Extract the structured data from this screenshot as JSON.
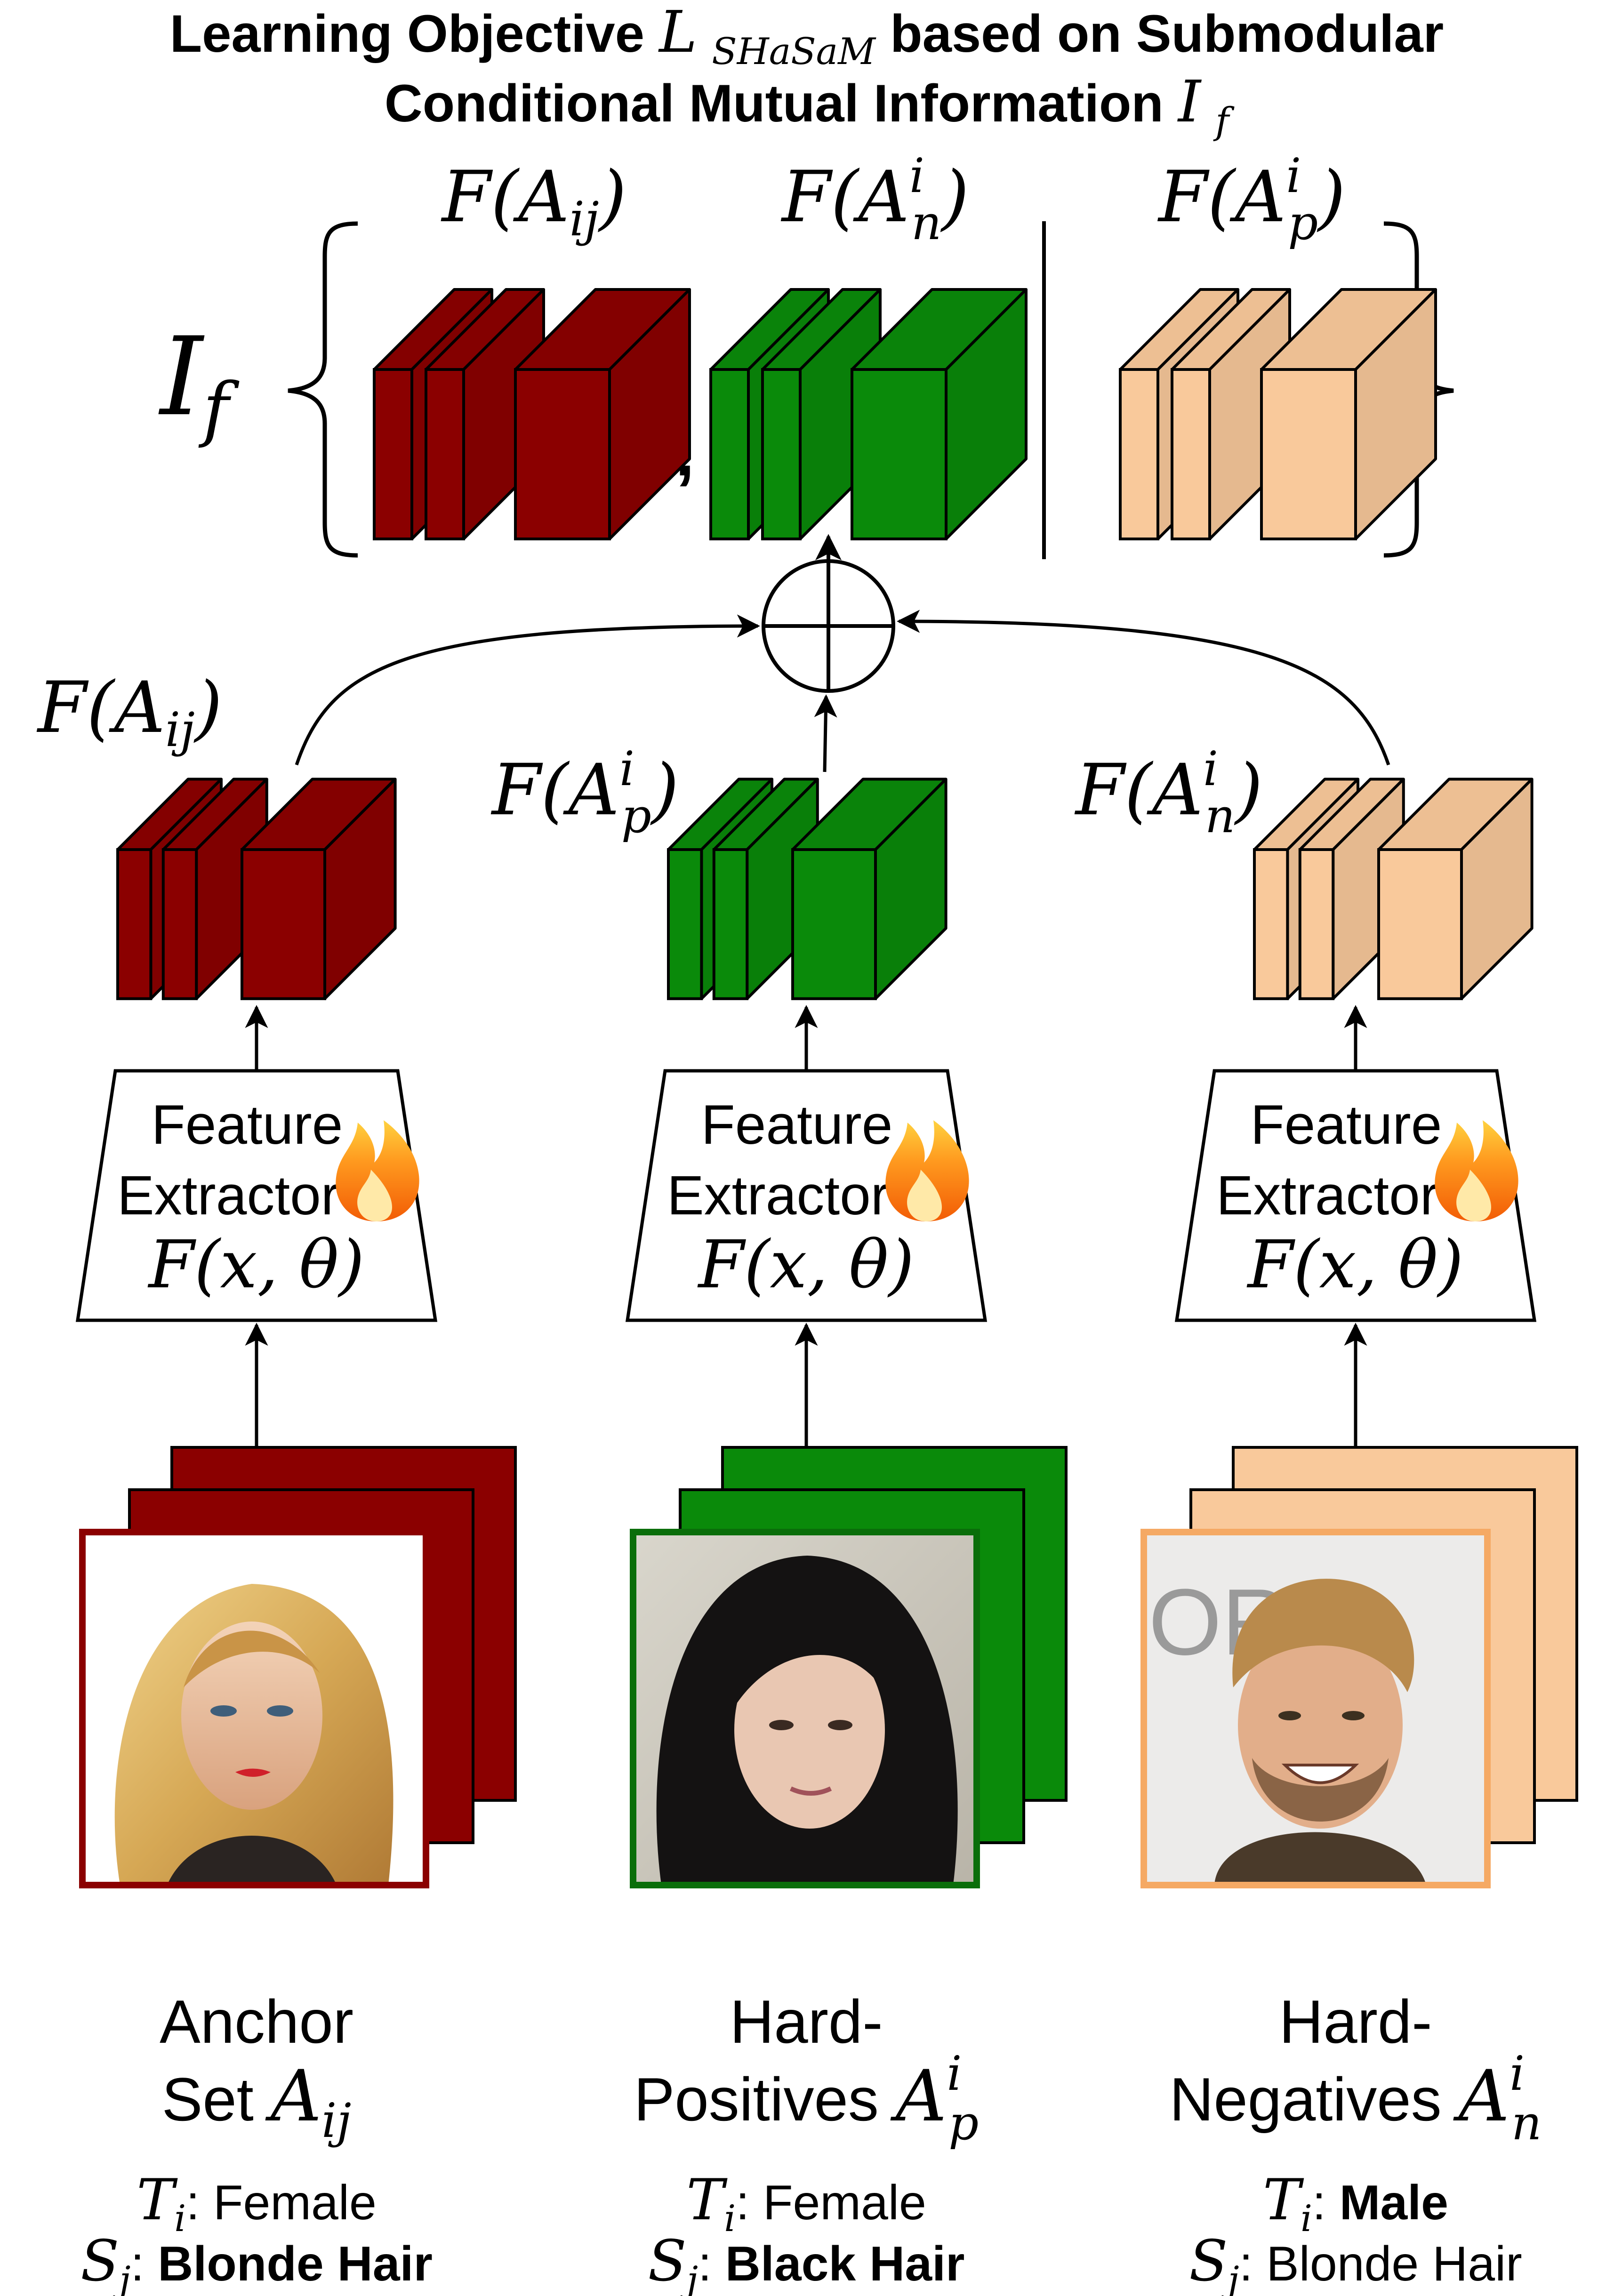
{
  "title": {
    "line1_prefix": "Learning Objective",
    "line1_math": "L",
    "line1_math_sub": "SHaSaM",
    "line1_suffix": "based on Submodular",
    "line2_prefix": "Conditional Mutual Information",
    "line2_math": "I",
    "line2_math_sub": "f"
  },
  "objective": {
    "symbol": "I",
    "symbol_sub": "f",
    "separator": ";",
    "groups": [
      {
        "label_F": "F(A",
        "label_sub": "ij",
        "label_sup": "",
        "label_close": ")",
        "color": "#8b0000"
      },
      {
        "label_F": "F(A",
        "label_sub": "n",
        "label_sup": "i",
        "label_close": ")",
        "color": "#0a8a0a"
      },
      {
        "label_F": "F(A",
        "label_sub": "p",
        "label_sup": "i",
        "label_close": ")",
        "color": "#f9c99b"
      }
    ]
  },
  "combine": {
    "symbol": "⊕"
  },
  "branches": [
    {
      "feature_label_F": "F(A",
      "feature_label_sub": "ij",
      "feature_label_sup": "",
      "feature_label_close": ")",
      "block_color": "#8b0000",
      "extractor_line1": "Feature",
      "extractor_line2": "Extractor",
      "extractor_icon": "fire-icon",
      "extractor_formula": "F(x, θ)",
      "image_border": "#8b0000",
      "image_desc_icon": "woman-blonde-hair-photo",
      "caption_line1": "Anchor",
      "caption_line2_text": "Set",
      "caption_math": "A",
      "caption_sub": "ij",
      "caption_sup": "",
      "t_label": "T",
      "t_sub": "i",
      "t_value": "Female",
      "t_bold": false,
      "s_label": "S",
      "s_sub": "j",
      "s_value": "Blonde Hair",
      "s_bold": true
    },
    {
      "feature_label_F": "F(A",
      "feature_label_sub": "p",
      "feature_label_sup": "i",
      "feature_label_close": ")",
      "block_color": "#0a8a0a",
      "extractor_line1": "Feature",
      "extractor_line2": "Extractor",
      "extractor_icon": "fire-icon",
      "extractor_formula": "F(x, θ)",
      "image_border": "#0a6e0a",
      "image_desc_icon": "woman-black-hair-photo",
      "caption_line1": "Hard-",
      "caption_line2_text": "Positives",
      "caption_math": "A",
      "caption_sub": "p",
      "caption_sup": "i",
      "t_label": "T",
      "t_sub": "i",
      "t_value": "Female",
      "t_bold": false,
      "s_label": "S",
      "s_sub": "j",
      "s_value": "Black Hair",
      "s_bold": true
    },
    {
      "feature_label_F": "F(A",
      "feature_label_sub": "n",
      "feature_label_sup": "i",
      "feature_label_close": ")",
      "block_color": "#f9c99b",
      "extractor_line1": "Feature",
      "extractor_line2": "Extractor",
      "extractor_icon": "fire-icon",
      "extractor_formula": "F(x, θ)",
      "image_border": "#f5a964",
      "image_desc_icon": "man-blonde-hair-photo",
      "caption_line1": "Hard-",
      "caption_line2_text": "Negatives",
      "caption_math": "A",
      "caption_sub": "n",
      "caption_sup": "i",
      "t_label": "T",
      "t_sub": "i",
      "t_value": "Male",
      "t_bold": true,
      "s_label": "S",
      "s_sub": "j",
      "s_value": "Blonde Hair",
      "s_bold": false
    }
  ]
}
